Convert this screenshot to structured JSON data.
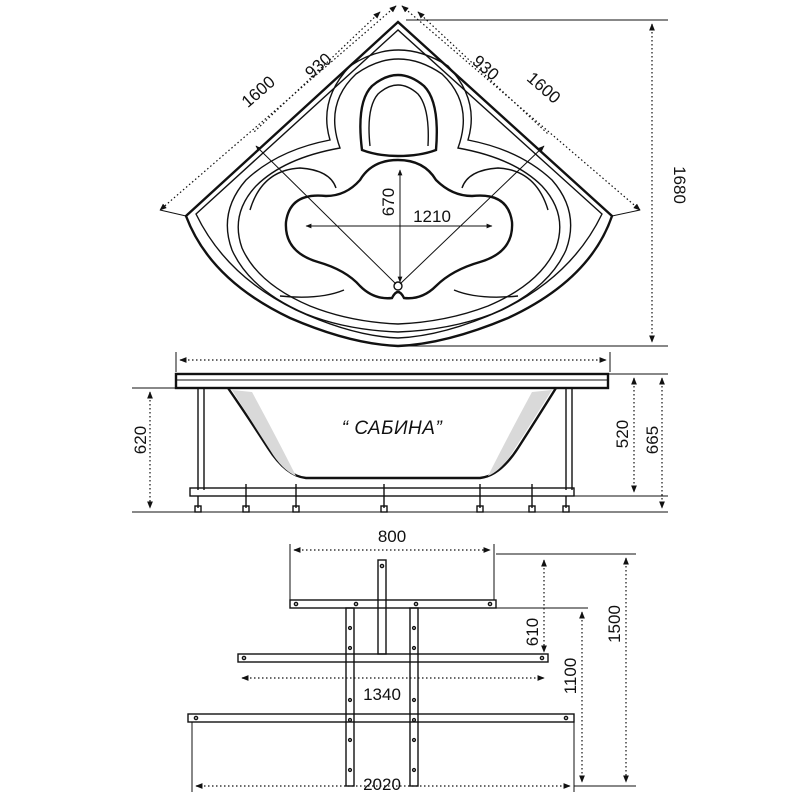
{
  "top_view": {
    "dimensions": {
      "side_left": "1600",
      "side_right": "1600",
      "inner_left": "930",
      "inner_right": "930",
      "depth": "1680",
      "bowl_width": "1210",
      "bowl_depth": "670"
    }
  },
  "side_view": {
    "model_name": "“ САБИНА”",
    "dimensions": {
      "total_height": "620",
      "bowl_depth": "520",
      "height_with_legs": "665"
    }
  },
  "frame_view": {
    "dimensions": {
      "top_bar": "800",
      "middle_bar": "1340",
      "bottom_bar": "2020",
      "offset_small": "610",
      "offset_mid": "1100",
      "offset_large": "1500"
    }
  }
}
